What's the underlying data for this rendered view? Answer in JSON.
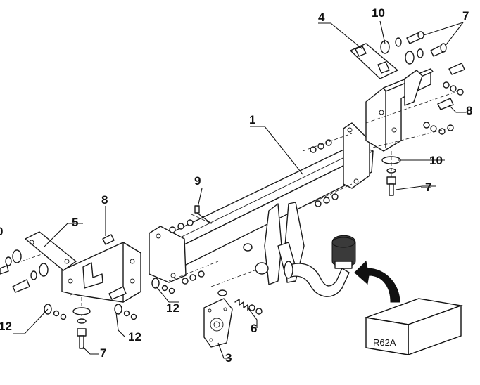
{
  "callouts": [
    {
      "id": "c1",
      "label": "1"
    },
    {
      "id": "c3",
      "label": "3"
    },
    {
      "id": "c4",
      "label": "4"
    },
    {
      "id": "c5",
      "label": "5"
    },
    {
      "id": "c6",
      "label": "6"
    },
    {
      "id": "c7a",
      "label": "7"
    },
    {
      "id": "c7b",
      "label": "7"
    },
    {
      "id": "c7c",
      "label": "7"
    },
    {
      "id": "c8a",
      "label": "8"
    },
    {
      "id": "c8b",
      "label": "8"
    },
    {
      "id": "c9",
      "label": "9"
    },
    {
      "id": "c10a",
      "label": "10"
    },
    {
      "id": "c10b",
      "label": "10"
    },
    {
      "id": "c10c",
      "label": "0"
    },
    {
      "id": "c12a",
      "label": "12"
    },
    {
      "id": "c12b",
      "label": "12"
    },
    {
      "id": "c12c",
      "label": "12"
    }
  ],
  "model_box": {
    "label": "R62A"
  }
}
